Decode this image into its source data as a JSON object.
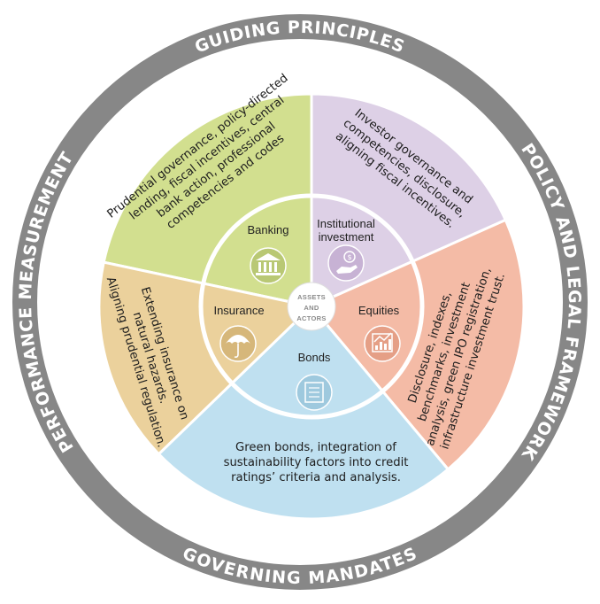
{
  "ring": {
    "top": "GUIDING PRINCIPLES",
    "right": "POLICY AND LEGAL FRAMEWORK",
    "bottom": "GOVERNING MANDATES",
    "left": "PERFORMANCE MEASUREMENT"
  },
  "center": {
    "line1": "ASSETS",
    "line2": "AND",
    "line3": "ACTORS"
  },
  "sectors": {
    "banking": {
      "label": "Banking",
      "icon": "bank-icon",
      "color": "#d2df8f",
      "desc": [
        "Prudential governance, policy-directed",
        "lending, fiscal incentives, central",
        "bank action, professional",
        "competencies and codes"
      ]
    },
    "institutional": {
      "label1": "Institutional",
      "label2": "investment",
      "icon": "hand-coin-icon",
      "color": "#ddd0e6",
      "desc": [
        "Investor governance and",
        "competencies, disclosure,",
        "aligning fiscal incentives."
      ]
    },
    "equities": {
      "label": "Equities",
      "icon": "chart-icon",
      "color": "#f4bba6",
      "desc": [
        "Disclosure, indexes,",
        "benchmarks, investment",
        "analysis, green IPO registration,",
        "infrastructure investment trust."
      ]
    },
    "bonds": {
      "label": "Bonds",
      "icon": "certificate-icon",
      "color": "#bfe0f0",
      "desc": [
        "Green bonds, integration of",
        "sustainability factors into credit",
        "ratings’ criteria and analysis."
      ]
    },
    "insurance": {
      "label": "Insurance",
      "icon": "umbrella-icon",
      "color": "#ebd19c",
      "desc": [
        "Extending insurance on",
        "natural hazards.",
        "Aligning prudential regulation."
      ]
    }
  }
}
